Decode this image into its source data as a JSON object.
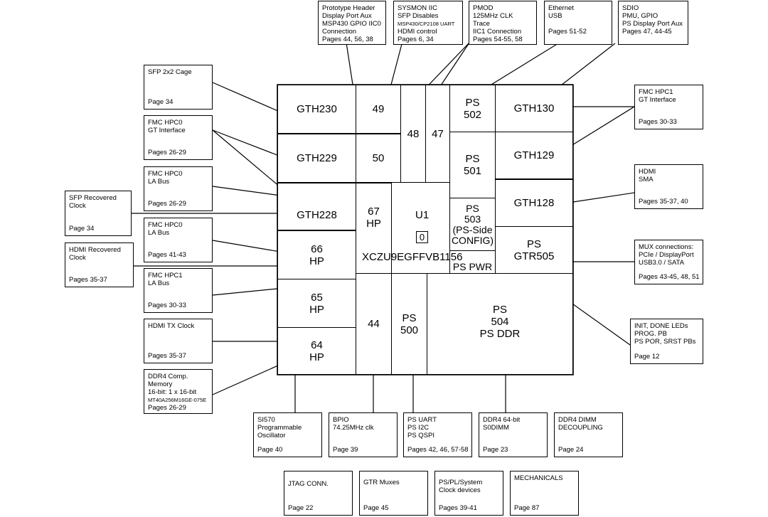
{
  "chip": {
    "u1_label": "U1",
    "small_label": "0",
    "part_number": "XCZU9EGFFVB1156"
  },
  "cells": {
    "gth230": "GTH230",
    "gth229": "GTH229",
    "gth228": "GTH228",
    "b49": "49",
    "b50": "50",
    "b48": "48",
    "b47": "47",
    "ps502": [
      "PS",
      "502"
    ],
    "ps501": [
      "PS",
      "501"
    ],
    "ps503": [
      "PS",
      "503",
      "(PS-Side",
      "CONFIG)"
    ],
    "ps_pwr": "PS PWR",
    "gth130": "GTH130",
    "gth129": "GTH129",
    "gth128": "GTH128",
    "gtr505": [
      "PS",
      "GTR505"
    ],
    "b67": [
      "67",
      "HP"
    ],
    "b66": [
      "66",
      "HP"
    ],
    "b65": [
      "65",
      "HP"
    ],
    "b64": [
      "64",
      "HP"
    ],
    "b44": "44",
    "ps500": [
      "PS",
      "500"
    ],
    "ps504": [
      "PS",
      "504",
      "PS DDR"
    ]
  },
  "boxes": {
    "proto": {
      "lines": [
        "Prototype Header",
        "Display Port Aux",
        "MSP430 GPIO IIC0",
        "Connection"
      ],
      "page": "Pages 44, 56, 38"
    },
    "sysmon": {
      "lines": [
        "SYSMON IIC",
        "SFP Disables"
      ],
      "small": "MSP430/CP2108 UART",
      "lines2": [
        "HDMI control"
      ],
      "page": "Pages 6, 34"
    },
    "pmod": {
      "lines": [
        "PMOD",
        "125MHz CLK",
        "Trace",
        "IIC1 Connection"
      ],
      "page": "Pages 54-55, 58"
    },
    "ethernet": {
      "lines": [
        "Ethernet",
        "USB"
      ],
      "page": "Pages 51-52"
    },
    "sdio": {
      "lines": [
        "SDIO",
        "PMU, GPIO",
        "PS Display Port Aux"
      ],
      "page": "Pages 47, 44-45"
    },
    "sfp_cage": {
      "lines": [
        "SFP 2x2 Cage"
      ],
      "page": "Page 34"
    },
    "fmc_hpc0_gt": {
      "lines": [
        "FMC HPC0",
        "GT Interface"
      ],
      "page": "Pages 26-29"
    },
    "fmc_hpc0_la1": {
      "lines": [
        "FMC HPC0",
        "LA Bus"
      ],
      "page": "Pages 26-29"
    },
    "sfp_rec": {
      "lines": [
        "SFP Recovered",
        "Clock"
      ],
      "page": "Page 34"
    },
    "fmc_hpc0_la2": {
      "lines": [
        "FMC HPC0",
        "LA Bus"
      ],
      "page": "Pages 41-43"
    },
    "hdmi_rec": {
      "lines": [
        "HDMI Recovered",
        "Clock"
      ],
      "page": "Pages 35-37"
    },
    "fmc_hpc1_la": {
      "lines": [
        "FMC HPC1",
        "LA Bus"
      ],
      "page": "Pages 30-33"
    },
    "hdmi_tx": {
      "lines": [
        "HDMI TX Clock"
      ],
      "page": "Pages 35-37"
    },
    "ddr4_comp": {
      "lines": [
        "DDR4 Comp.",
        "Memory",
        "16-bit: 1 x 16-bit"
      ],
      "small": "MT40A256M16GE-075E",
      "page": "Pages 26-29"
    },
    "fmc_hpc1_gt": {
      "lines": [
        "FMC HPC1",
        "GT Interface"
      ],
      "page": "Pages 30-33"
    },
    "hdmi_sma": {
      "lines": [
        "HDMI",
        "SMA"
      ],
      "page": "Pages 35-37, 40"
    },
    "mux": {
      "lines": [
        "MUX connections:",
        "PCIe / DisplayPort",
        "USB3.0 / SATA"
      ],
      "page": "Pages 43-45, 48, 51"
    },
    "init": {
      "lines": [
        "INIT, DONE LEDs",
        "PROG. PB",
        "PS POR, SRST PBs"
      ],
      "page": "Page 12"
    },
    "si570": {
      "lines": [
        "SI570",
        "Programmable",
        "Oscillator"
      ],
      "page": "Page 40"
    },
    "bpio": {
      "lines": [
        "BPIO",
        "74.25MHz clk"
      ],
      "page": "Page 39"
    },
    "ps_uart": {
      "lines": [
        "PS UART",
        "PS I2C",
        "PS QSPI"
      ],
      "page": "Pages 42, 46, 57-58"
    },
    "ddr4_sodimm": {
      "lines": [
        "DDR4 64-bit",
        "S0DIMM"
      ],
      "page": "Page 23"
    },
    "ddr4_dimm": {
      "lines": [
        "DDR4 DIMM",
        "DECOUPLING"
      ],
      "page": "Page 24"
    },
    "jtag": {
      "lines": [
        "JTAG CONN."
      ],
      "page": "Page 22"
    },
    "gtr_mux": {
      "lines": [
        "GTR Muxes"
      ],
      "page": "Page 45"
    },
    "clock_dev": {
      "lines": [
        "PS/PL/System",
        "Clock devices"
      ],
      "page": "Pages 39-41"
    },
    "mech": {
      "lines": [
        "MECHANICALS"
      ],
      "page": "Page 87"
    }
  }
}
